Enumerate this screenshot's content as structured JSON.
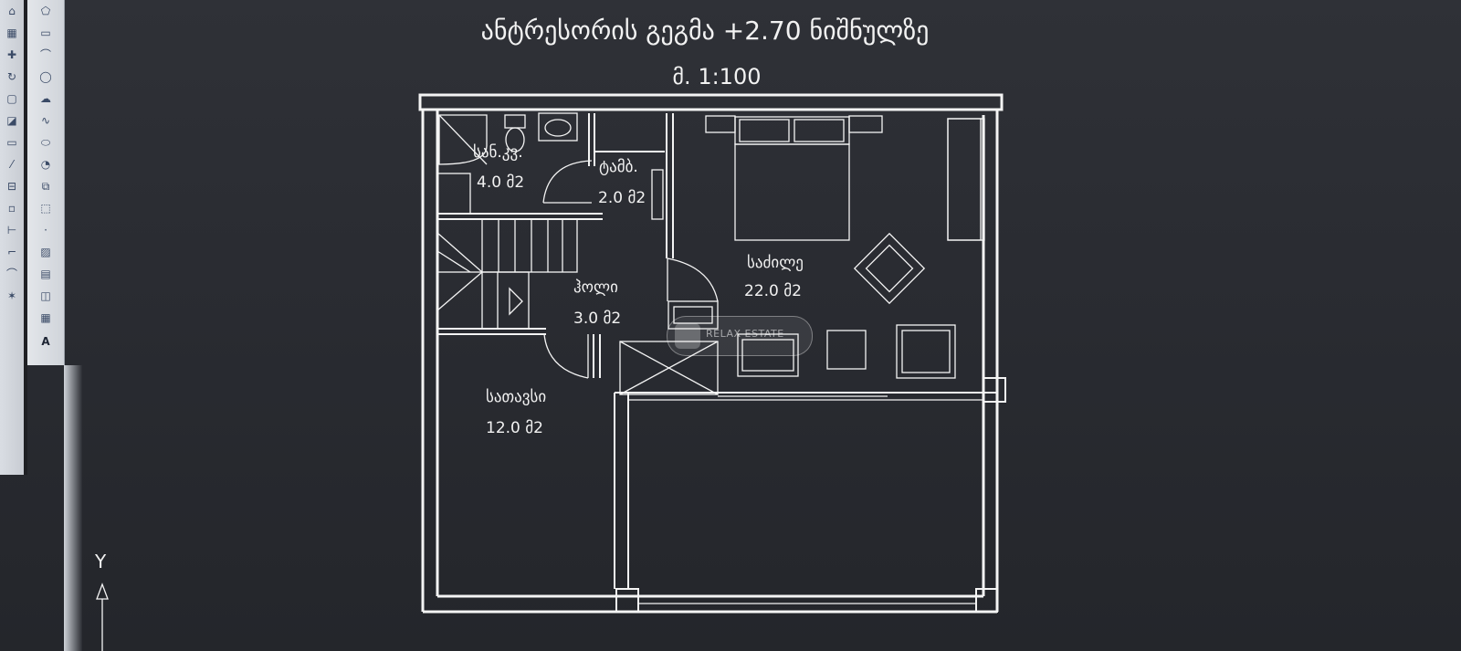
{
  "plan": {
    "title": "ანტრესორის გეგმა +2.70 ნიშნულზე",
    "scale": "მ. 1:100"
  },
  "rooms": [
    {
      "name": "სან.კვ.",
      "area": "4.0 მ2"
    },
    {
      "name": "ტამბ.",
      "area": "2.0 მ2"
    },
    {
      "name": "ჰოლი",
      "area": "3.0 მ2"
    },
    {
      "name": "საძილე",
      "area": "22.0 მ2"
    },
    {
      "name": "სათავსი",
      "area": "12.0 მ2"
    }
  ],
  "axis": {
    "y_label": "Y"
  },
  "watermark": {
    "text": "RELAX ESTATE"
  },
  "colors": {
    "background": "#2b2d33",
    "lines": "#f4f4f4",
    "toolbar": "#d9dde3"
  }
}
